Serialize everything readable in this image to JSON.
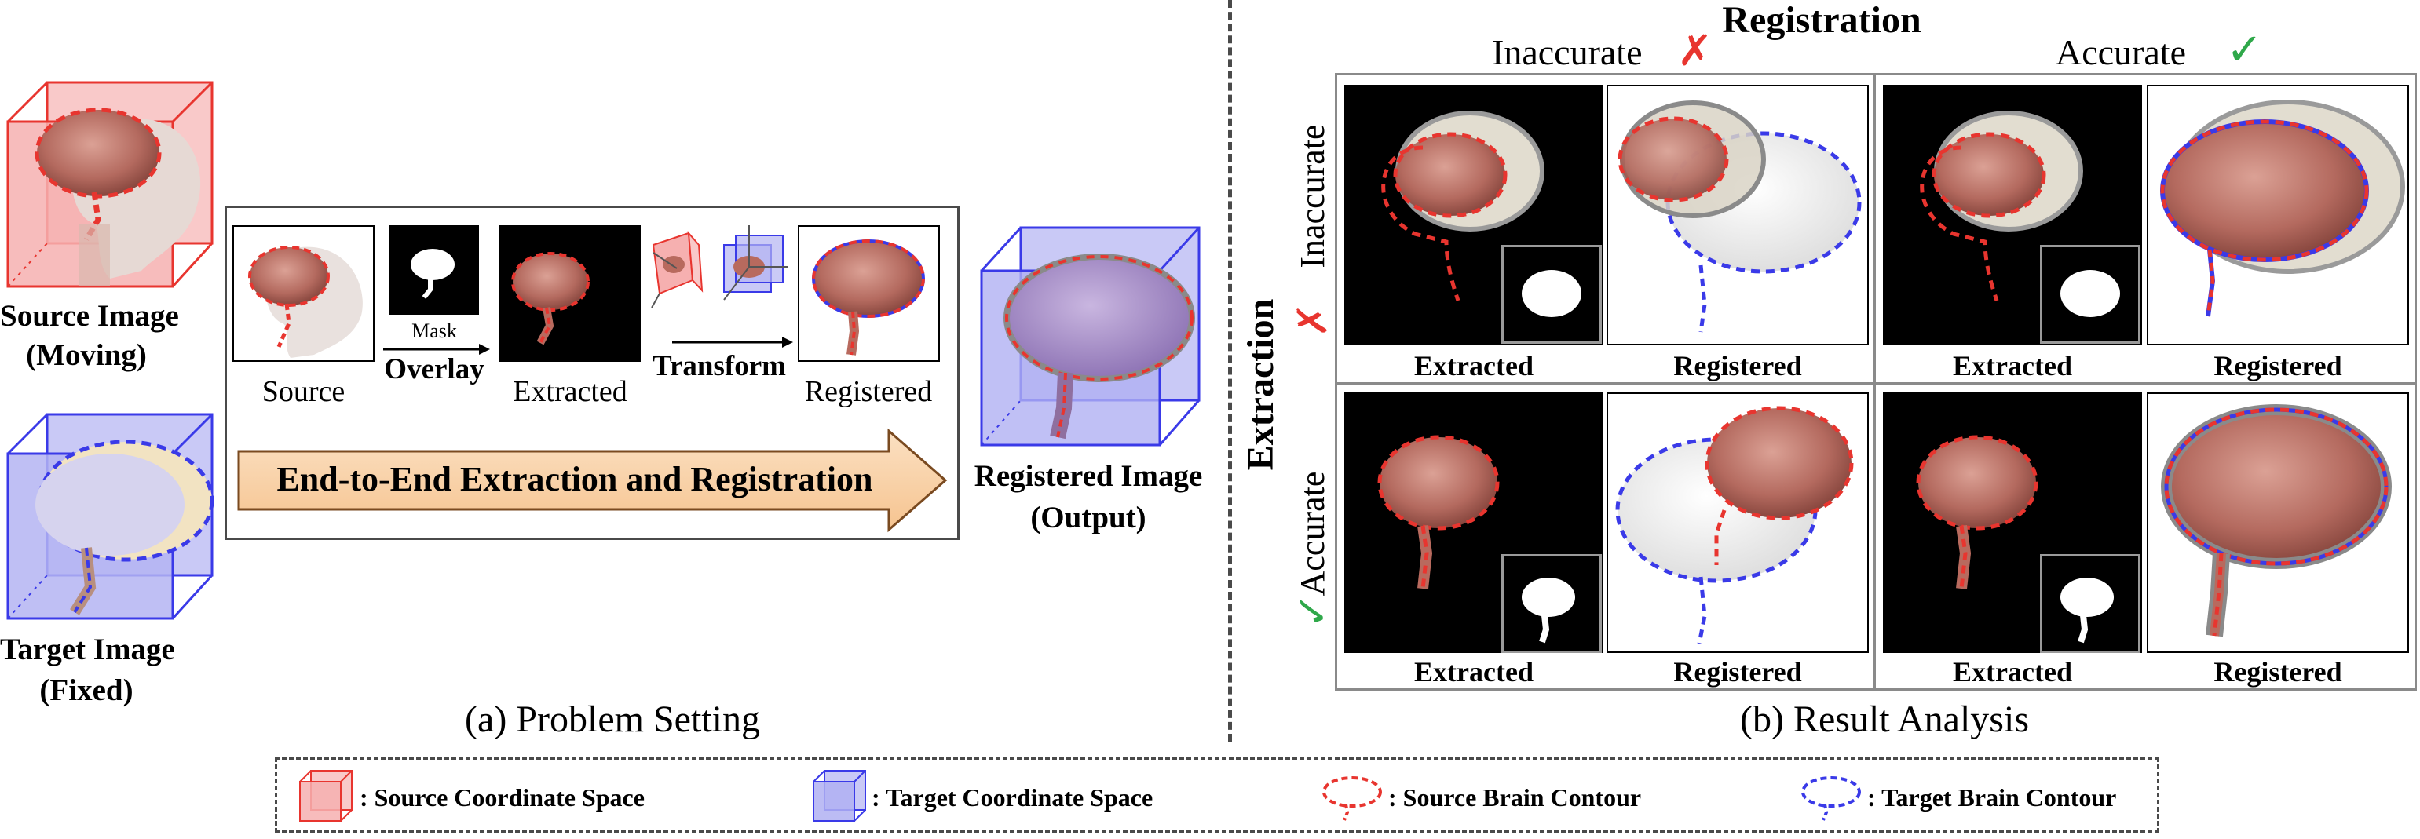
{
  "left": {
    "source_label_1": "Source Image",
    "source_label_2": "(Moving)",
    "target_label_1": "Target Image",
    "target_label_2": "(Fixed)",
    "pipeline": {
      "source": "Source",
      "mask": "Mask",
      "overlay": "Overlay",
      "extracted": "Extracted",
      "transform": "Transform",
      "registered": "Registered",
      "banner": "End-to-End Extraction and Registration"
    },
    "output_label_1": "Registered Image",
    "output_label_2": "(Output)",
    "caption": "(a) Problem Setting"
  },
  "right": {
    "header": "Registration",
    "col_inaccurate": "Inaccurate",
    "col_accurate": "Accurate",
    "row_axis": "Extraction",
    "row_inaccurate": "Inaccurate",
    "row_accurate": "Accurate",
    "cell_extracted": "Extracted",
    "cell_registered": "Registered",
    "caption": "(b) Result Analysis"
  },
  "legend": {
    "source_space": ": Source Coordinate Space",
    "target_space": ": Target Coordinate Space",
    "source_contour": ": Source Brain Contour",
    "target_contour": ": Target Brain Contour"
  },
  "colors": {
    "red": "#e8352f",
    "blue": "#3a3ae8",
    "green": "#2fa84a",
    "brain": "#b86a5e"
  }
}
